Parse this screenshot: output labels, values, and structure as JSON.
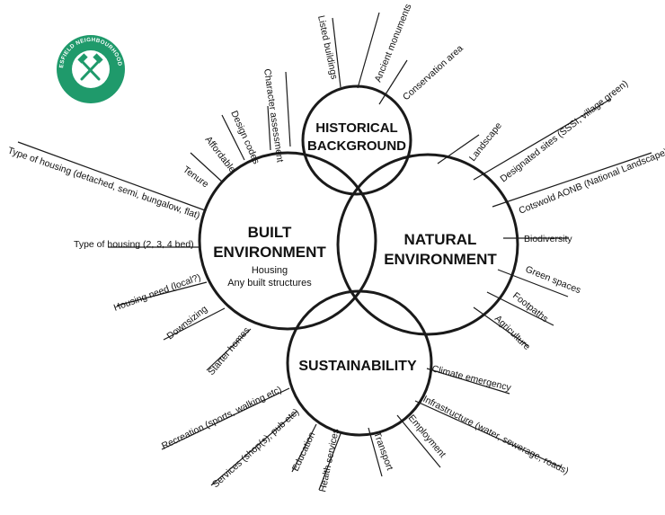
{
  "logo": {
    "text": "STONESFIELD NEIGHBOURHOOD PLAN",
    "color": "#1f9a6b"
  },
  "circles": {
    "historical": {
      "title_lines": [
        "HISTORICAL",
        "BACKGROUND"
      ]
    },
    "built": {
      "title_lines": [
        "BUILT",
        "ENVIRONMENT"
      ],
      "sub_lines": [
        "Housing",
        "Any built structures"
      ]
    },
    "natural": {
      "title_lines": [
        "NATURAL",
        "ENVIRONMENT"
      ]
    },
    "sustainability": {
      "title_lines": [
        "SUSTAINABILITY"
      ]
    }
  },
  "labels": {
    "listed_buildings": "Listed buildings",
    "ancient_monuments": "Ancient monuments",
    "conservation_area": "Conservation area",
    "character_assessment": "Character assessment",
    "design_codes": "Design codes",
    "affordable": "Affordable",
    "tenure": "Tenure",
    "type_housing_detached": "Type of housing (detached, semi, bungalow, flat)",
    "type_housing_beds": "Type of housing (2, 3, 4 bed)",
    "housing_need": "Housing need (local?)",
    "downsizing": "Downsizing",
    "starter_homes": "Starter homes",
    "landscape": "Landscape",
    "designated_sites": "Designated sites (SSSI, village green)",
    "cotswold_aonb": "Cotswold AONB (National Landscape)",
    "biodiversity": "Biodiversity",
    "green_spaces": "Green spaces",
    "footpaths": "Footpaths",
    "agriculture": "Agriculture",
    "climate_emergency": "Climate emergency",
    "infrastructure": "Infrastructure (water, sewerage, roads)",
    "employment": "Employment",
    "transport": "Transport",
    "health_services": "Health services",
    "education": "Education",
    "services": "Services (shop(s), pub etc)",
    "recreation": "Recreation (sports, walking etc)"
  }
}
